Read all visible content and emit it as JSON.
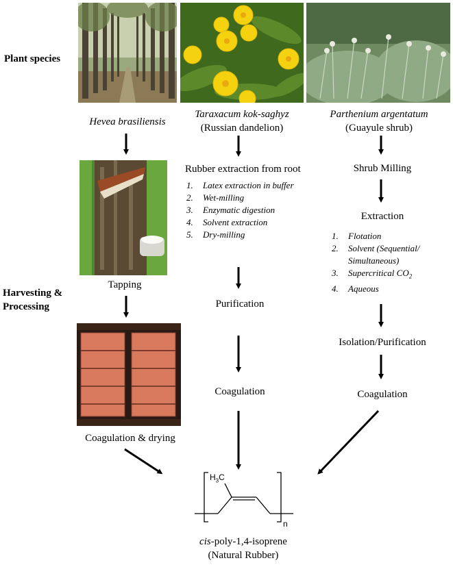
{
  "row_labels": {
    "plant_species": "Plant species",
    "harvesting_line1": "Harvesting &",
    "harvesting_line2": "Processing"
  },
  "hevea": {
    "species": "Hevea brasiliensis",
    "step1": "Tapping",
    "step2": "Coagulation & drying"
  },
  "taraxacum": {
    "species": "Taraxacum kok-saghyz",
    "common": "(Russian dandelion)",
    "extraction_title": "Rubber extraction from root",
    "extraction_steps": [
      {
        "num": "1.",
        "text": "Latex extraction in buffer"
      },
      {
        "num": "2.",
        "text": "Wet-milling"
      },
      {
        "num": "3.",
        "text": "Enzymatic digestion"
      },
      {
        "num": "4.",
        "text": "Solvent extraction"
      },
      {
        "num": "5.",
        "text": "Dry-milling"
      }
    ],
    "purification": "Purification",
    "coagulation": "Coagulation"
  },
  "parthenium": {
    "species": "Parthenium argentatum",
    "common": "(Guayule shrub)",
    "milling": "Shrub Milling",
    "extraction": "Extraction",
    "extraction_steps": [
      {
        "num": "1.",
        "text": "Flotation"
      },
      {
        "num": "2.",
        "text": "Solvent (Sequential/"
      },
      {
        "num": "",
        "text": "Simultaneous)"
      },
      {
        "num": "3.",
        "text": "Supercritical CO"
      },
      {
        "num": "4.",
        "text": "Aqueous"
      }
    ],
    "co2_subscript": "2",
    "isolation": "Isolation/Purification",
    "coagulation": "Coagulation"
  },
  "product": {
    "structure_group": "H",
    "structure_group_sub": "3",
    "structure_group_c": "C",
    "repeat_n": "n",
    "name_prefix": "cis",
    "name_rest": "-poly-1,4-isoprene",
    "common": "(Natural Rubber)"
  },
  "colors": {
    "arrow": "#000000",
    "photo_forest": "#5b6b3e",
    "photo_dandelion": "#3f6a1e",
    "photo_dandelion_flower": "#f4d20f",
    "photo_guayule": "#7e9c72",
    "photo_tapping": "#5a4a33",
    "photo_rubber_sheets": "#d97a5f"
  }
}
